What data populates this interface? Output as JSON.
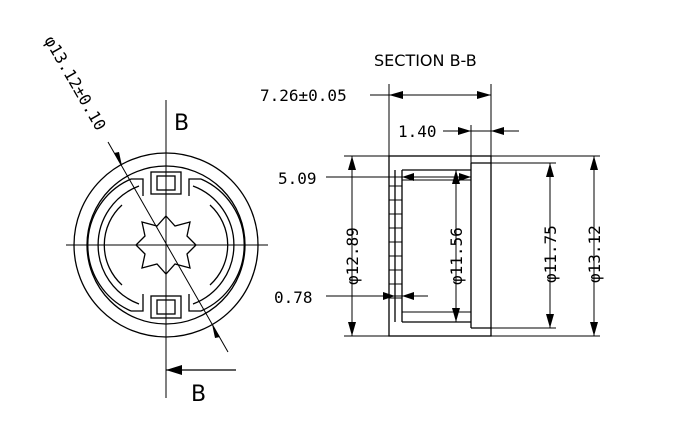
{
  "drawing": {
    "section_title": "SECTION B-B",
    "section_label_top": "B",
    "section_label_bottom": "B",
    "dims": {
      "overall_diameter_front": "φ13.12±0.10",
      "length": "7.26±0.05",
      "offset_1_40": "1.40",
      "depth_5_09": "5.09",
      "gap_0_78": "0.78",
      "dia_12_89": "φ12.89",
      "dia_11_56": "φ11.56",
      "dia_11_75": "φ11.75",
      "dia_13_12": "φ13.12"
    }
  }
}
